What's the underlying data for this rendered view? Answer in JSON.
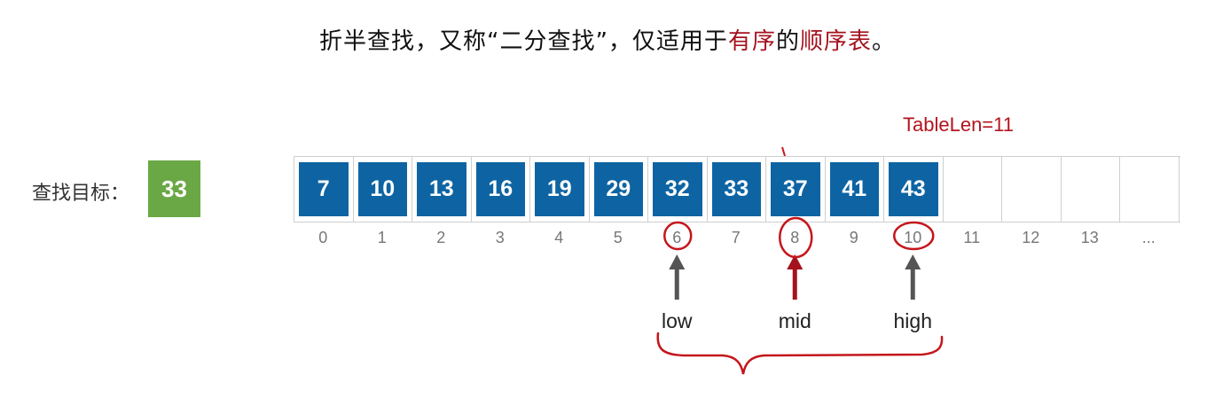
{
  "title": {
    "part1": "折半查找，又称“二分查找”，仅适用于",
    "highlight1": "有序",
    "part2": "的",
    "highlight2": "顺序表",
    "part3": "。"
  },
  "target": {
    "label": "查找目标：",
    "value": "33"
  },
  "table_len": "TableLen=11",
  "array": {
    "values": [
      "7",
      "10",
      "13",
      "16",
      "19",
      "29",
      "32",
      "33",
      "37",
      "41",
      "43",
      "",
      "",
      "",
      ""
    ],
    "indices": [
      "0",
      "1",
      "2",
      "3",
      "4",
      "5",
      "6",
      "7",
      "8",
      "9",
      "10",
      "11",
      "12",
      "13",
      "..."
    ]
  },
  "pointers": {
    "low": {
      "label": "low",
      "index": 6
    },
    "mid": {
      "label": "mid",
      "index": 8
    },
    "high": {
      "label": "high",
      "index": 10
    }
  },
  "colors": {
    "cell_fill": "#0e64a3",
    "target_fill": "#6aa845",
    "accent_red": "#a4121e",
    "arrow_gray": "#555555",
    "annotation_red": "#c4161c"
  }
}
